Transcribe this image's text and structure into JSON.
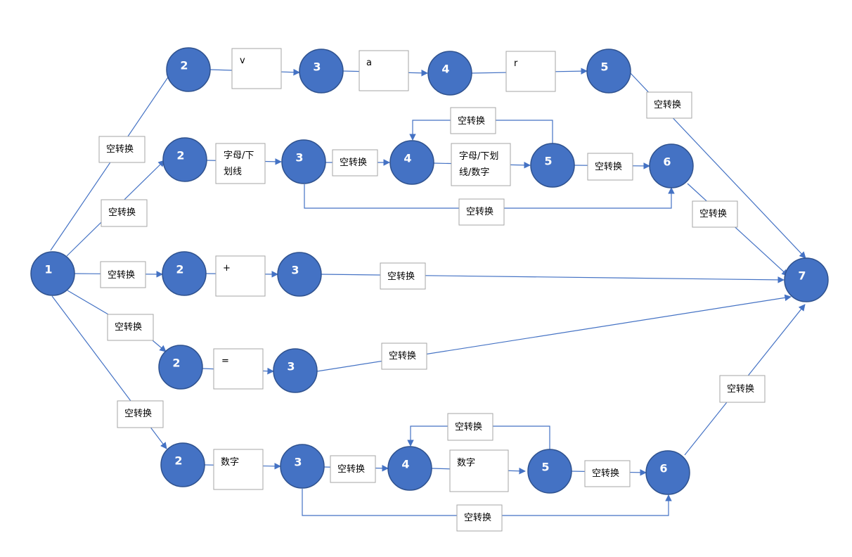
{
  "nodes": {
    "n1": "1",
    "a2": "2",
    "a3": "3",
    "a4": "4",
    "a5": "5",
    "b2": "2",
    "b3": "3",
    "b4": "4",
    "b5": "5",
    "b6": "6",
    "c2": "2",
    "c3": "3",
    "d2": "2",
    "d3": "3",
    "e2": "2",
    "e3": "3",
    "e4": "4",
    "e5": "5",
    "e6": "6",
    "n7": "7"
  },
  "labels": {
    "empty": "空转换",
    "v": "v",
    "a": "a",
    "r": "r",
    "letter_underscore_l1": "字母/下",
    "letter_underscore_l2": "划线",
    "letter_underscore_digit_l1": "字母/下划",
    "letter_underscore_digit_l2": "线/数字",
    "plus": "+",
    "equals": "=",
    "digit": "数字"
  },
  "colors": {
    "node_fill": "#4472c4",
    "edge": "#4472c4",
    "box_border": "#a6a6a6"
  }
}
